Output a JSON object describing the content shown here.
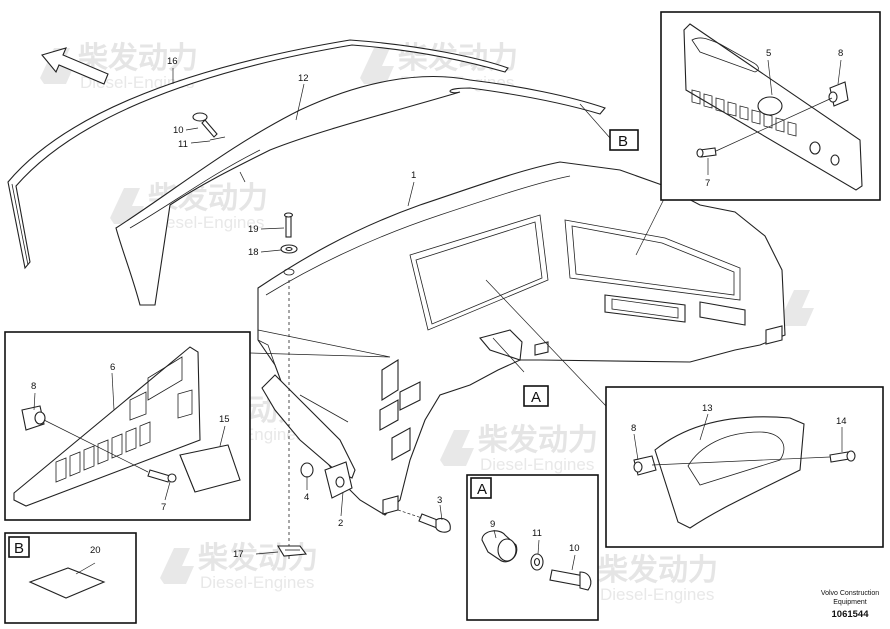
{
  "diagram": {
    "part_labels": [
      "16",
      "12",
      "10",
      "11",
      "1",
      "19",
      "18",
      "5",
      "8",
      "7",
      "6",
      "8",
      "15",
      "7",
      "13",
      "8",
      "14",
      "4",
      "2",
      "3",
      "17",
      "9",
      "11",
      "10",
      "20"
    ],
    "box_a_label": "A",
    "box_b_label": "B",
    "callout_a_label": "A",
    "callout_b_label": "B"
  },
  "watermark": {
    "brand": "柴发动力",
    "sub": "Diesel-Engines"
  },
  "footer": {
    "line1": "Volvo Construction",
    "line2": "Equipment",
    "number": "1061544"
  }
}
